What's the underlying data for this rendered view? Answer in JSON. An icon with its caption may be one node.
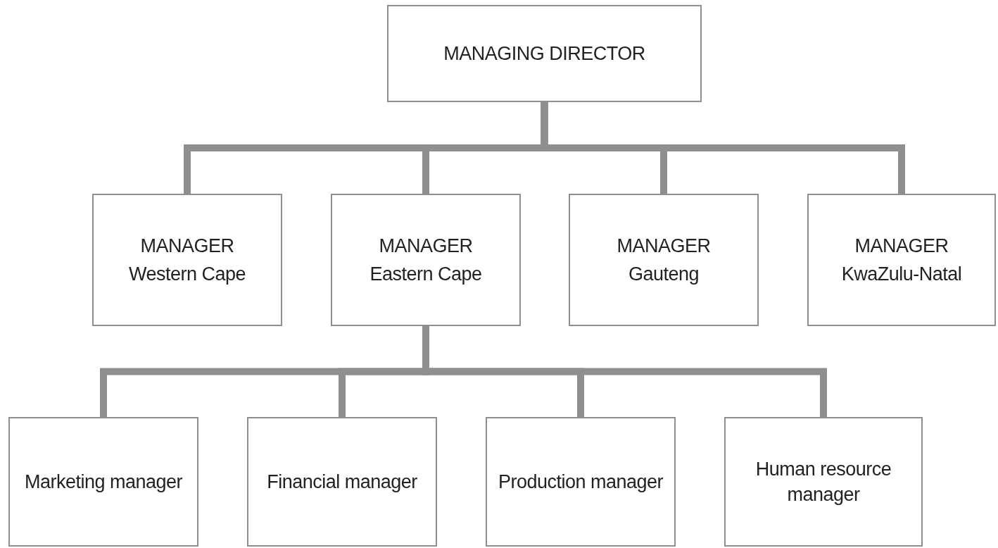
{
  "diagram": {
    "nodes": [
      {
        "text": [
          "MANAGING DIRECTOR"
        ]
      },
      {
        "text": [
          "MANAGER",
          "Western Cape"
        ]
      },
      {
        "text": [
          "MANAGER",
          "Eastern Cape"
        ]
      },
      {
        "text": [
          "MANAGER",
          "Gauteng"
        ]
      },
      {
        "text": [
          "MANAGER",
          "KwaZulu-Natal"
        ]
      },
      {
        "text": [
          "Marketing manager"
        ]
      },
      {
        "text": [
          "Financial manager"
        ]
      },
      {
        "text": [
          "Production manager"
        ]
      },
      {
        "text": [
          "Human resource manager"
        ]
      }
    ],
    "edges": [
      {
        "from": 0,
        "to": 1,
        "arrow": "none"
      },
      {
        "from": 0,
        "to": 2,
        "arrow": "none"
      },
      {
        "from": 0,
        "to": 3,
        "arrow": "none"
      },
      {
        "from": 0,
        "to": 4,
        "arrow": "none"
      },
      {
        "from": 2,
        "to": 5,
        "arrow": "none"
      },
      {
        "from": 2,
        "to": 6,
        "arrow": "none"
      },
      {
        "from": 2,
        "to": 7,
        "arrow": "none"
      },
      {
        "from": 2,
        "to": 8,
        "arrow": "none"
      }
    ]
  }
}
